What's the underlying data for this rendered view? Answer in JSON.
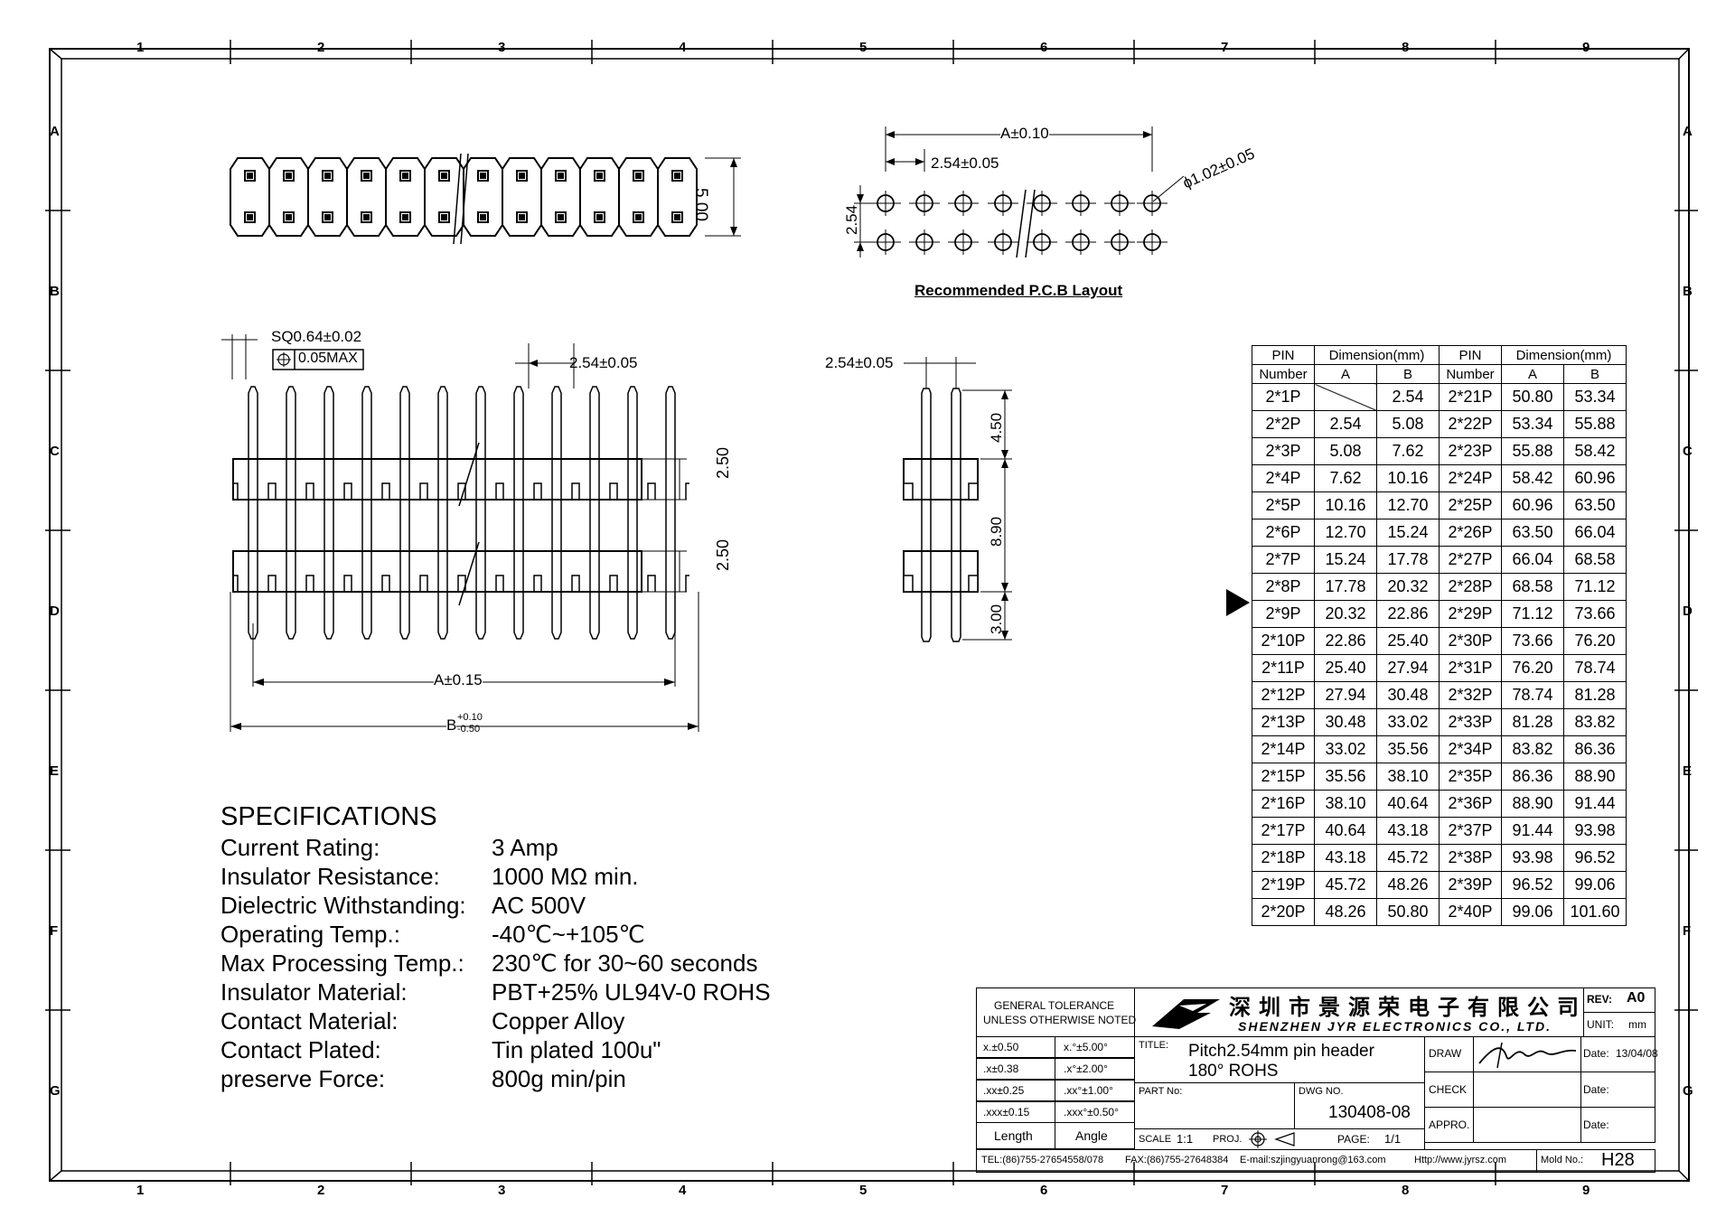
{
  "grid": {
    "columns": [
      "1",
      "2",
      "3",
      "4",
      "5",
      "6",
      "7",
      "8",
      "9"
    ],
    "rows": [
      "A",
      "B",
      "C",
      "D",
      "E",
      "F",
      "G"
    ]
  },
  "top_view": {
    "height_dim": "5.00"
  },
  "pcb_layout": {
    "dim_a": "A±0.10",
    "dim_pitch": "2.54±0.05",
    "dim_row": "2.54",
    "dim_hole": "ɸ1.02±0.05",
    "caption": "Recommended P.C.B Layout"
  },
  "front_view": {
    "sq_pin": "SQ0.64±0.02",
    "position_tol": "0.05MAX",
    "pitch": "2.54±0.05",
    "dim_a": "A±0.15",
    "dim_b": "B",
    "dim_b_upper": "+0.10",
    "dim_b_lower": "-0.50",
    "housing_h1": "2.50",
    "housing_h2": "2.50"
  },
  "side_view": {
    "pitch": "2.54±0.05",
    "dim_top": "4.50",
    "dim_mid": "8.90",
    "dim_bottom": "3.00"
  },
  "table": {
    "header_pin": "PIN",
    "header_number": "Number",
    "header_dimension": "Dimension(mm)",
    "header_a": "A",
    "header_b": "B",
    "rows": [
      [
        "2*1P",
        "",
        "2.54",
        "2*21P",
        "50.80",
        "53.34"
      ],
      [
        "2*2P",
        "2.54",
        "5.08",
        "2*22P",
        "53.34",
        "55.88"
      ],
      [
        "2*3P",
        "5.08",
        "7.62",
        "2*23P",
        "55.88",
        "58.42"
      ],
      [
        "2*4P",
        "7.62",
        "10.16",
        "2*24P",
        "58.42",
        "60.96"
      ],
      [
        "2*5P",
        "10.16",
        "12.70",
        "2*25P",
        "60.96",
        "63.50"
      ],
      [
        "2*6P",
        "12.70",
        "15.24",
        "2*26P",
        "63.50",
        "66.04"
      ],
      [
        "2*7P",
        "15.24",
        "17.78",
        "2*27P",
        "66.04",
        "68.58"
      ],
      [
        "2*8P",
        "17.78",
        "20.32",
        "2*28P",
        "68.58",
        "71.12"
      ],
      [
        "2*9P",
        "20.32",
        "22.86",
        "2*29P",
        "71.12",
        "73.66"
      ],
      [
        "2*10P",
        "22.86",
        "25.40",
        "2*30P",
        "73.66",
        "76.20"
      ],
      [
        "2*11P",
        "25.40",
        "27.94",
        "2*31P",
        "76.20",
        "78.74"
      ],
      [
        "2*12P",
        "27.94",
        "30.48",
        "2*32P",
        "78.74",
        "81.28"
      ],
      [
        "2*13P",
        "30.48",
        "33.02",
        "2*33P",
        "81.28",
        "83.82"
      ],
      [
        "2*14P",
        "33.02",
        "35.56",
        "2*34P",
        "83.82",
        "86.36"
      ],
      [
        "2*15P",
        "35.56",
        "38.10",
        "2*35P",
        "86.36",
        "88.90"
      ],
      [
        "2*16P",
        "38.10",
        "40.64",
        "2*36P",
        "88.90",
        "91.44"
      ],
      [
        "2*17P",
        "40.64",
        "43.18",
        "2*37P",
        "91.44",
        "93.98"
      ],
      [
        "2*18P",
        "43.18",
        "45.72",
        "2*38P",
        "93.98",
        "96.52"
      ],
      [
        "2*19P",
        "45.72",
        "48.26",
        "2*39P",
        "96.52",
        "99.06"
      ],
      [
        "2*20P",
        "48.26",
        "50.80",
        "2*40P",
        "99.06",
        "101.60"
      ]
    ]
  },
  "specs": {
    "title": "SPECIFICATIONS",
    "items": [
      {
        "k": "Current Rating:",
        "v": "3 Amp"
      },
      {
        "k": "Insulator Resistance:",
        "v": "1000 MΩ min."
      },
      {
        "k": "Dielectric Withstanding:",
        "v": "AC 500V"
      },
      {
        "k": "Operating Temp.:",
        "v": "-40℃~+105℃"
      },
      {
        "k": "Max Processing Temp.:",
        "v": "230℃ for 30~60 seconds"
      },
      {
        "k": "Insulator Material:",
        "v": "PBT+25% UL94V-0 ROHS"
      },
      {
        "k": "Contact Material:",
        "v": "Copper Alloy"
      },
      {
        "k": "Contact Plated:",
        "v": "Tin plated 100u\""
      },
      {
        "k": "preserve Force:",
        "v": "800g min/pin"
      }
    ]
  },
  "title_block": {
    "general_tol_1": "GENERAL TOLERANCE",
    "general_tol_2": "UNLESS OTHERWISE NOTED",
    "company_cn": "深圳市景源荣电子有限公司",
    "company_en": "SHENZHEN JYR ELECTRONICS CO., LTD.",
    "rev_label": "REV:",
    "rev": "A0",
    "unit_label": "UNIT:",
    "unit": "mm",
    "tol": [
      [
        "x.±0.50",
        "x.°±5.00°"
      ],
      [
        ".x±0.38",
        ".x°±2.00°"
      ],
      [
        ".xx±0.25",
        ".xx°±1.00°"
      ],
      [
        ".xxx±0.15",
        ".xxx°±0.50°"
      ]
    ],
    "length": "Length",
    "angle": "Angle",
    "title_label": "TITLE:",
    "title_1": "Pitch2.54mm pin header",
    "title_2": "180° ROHS",
    "draw_label": "DRAW",
    "date_label": "Date:",
    "date": "13/04/08",
    "check_label": "CHECK",
    "appro_label": "APPRO.",
    "part_no_label": "PART No:",
    "dwg_no_label": "DWG NO.",
    "dwg_no": "130408-08",
    "scale_label": "SCALE",
    "scale": "1:1",
    "proj_label": "PROJ.",
    "page_label": "PAGE:",
    "page": "1/1",
    "tel": "TEL:(86)755-27654558/078",
    "fax": "FAX:(86)755-27648384",
    "email": "E-mail:szjingyuanrong@163.com",
    "web": "Http://www.jyrsz.com",
    "mold_label": "Mold No.:",
    "mold": "H28"
  }
}
